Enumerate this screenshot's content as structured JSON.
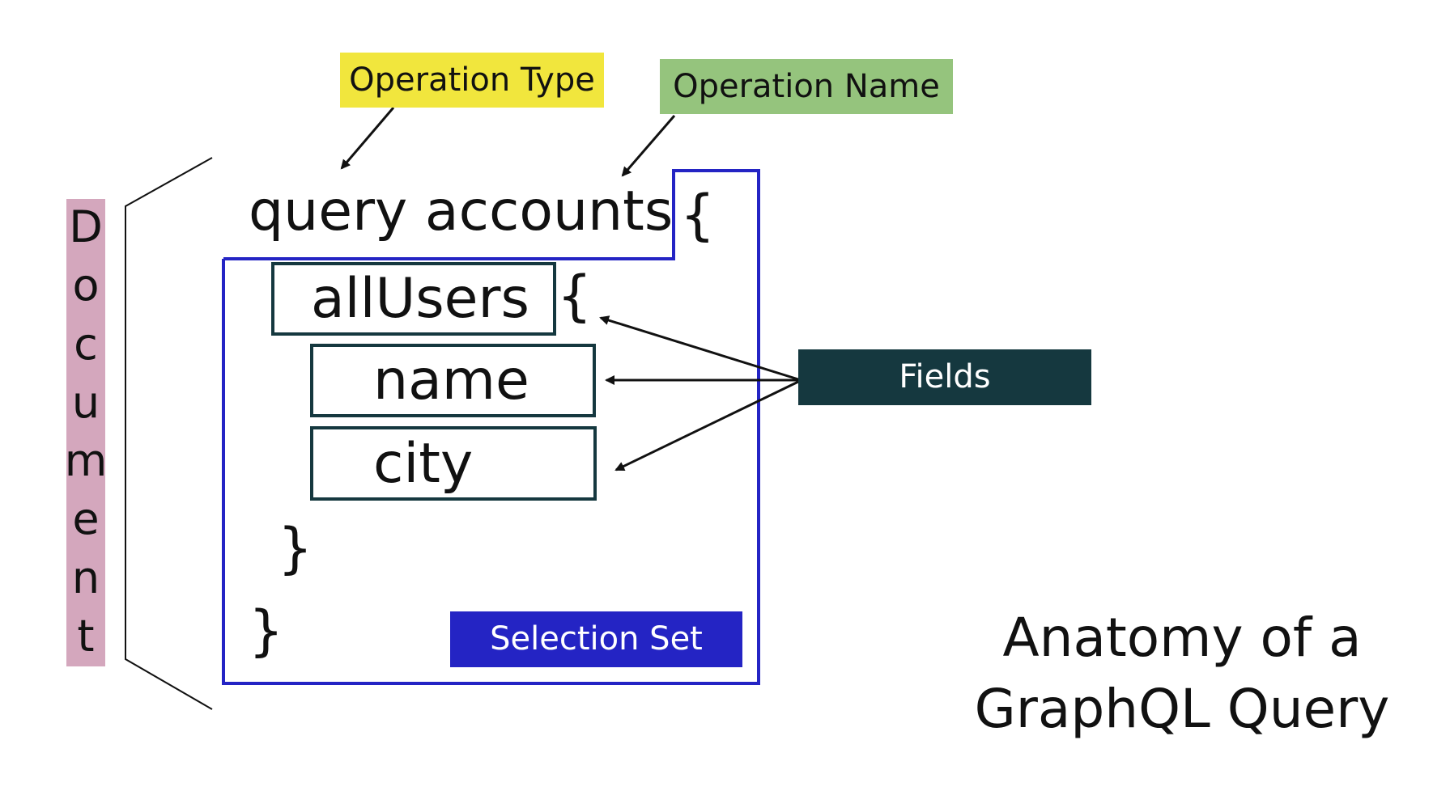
{
  "labels": {
    "operation_type": "Operation Type",
    "operation_name": "Operation Name",
    "fields": "Fields",
    "selection_set": "Selection Set",
    "document": [
      "D",
      "o",
      "c",
      "u",
      "m",
      "e",
      "n",
      "t"
    ]
  },
  "code": {
    "line1": "query accounts",
    "brace_open_1": "{",
    "field_all_users": "allUsers",
    "brace_open_2": "{",
    "field_name": "name",
    "field_city": "city",
    "brace_close_inner": "}",
    "brace_close_outer": "}"
  },
  "title": {
    "line1": "Anatomy of a",
    "line2": "GraphQL Query"
  },
  "colors": {
    "operation_type_bg": "#f1e63d",
    "operation_name_bg": "#95c47d",
    "fields_bg": "#15383f",
    "selection_set_bg": "#2424c4",
    "document_bg": "#d4a7bd",
    "selection_outline": "#2424c4"
  }
}
